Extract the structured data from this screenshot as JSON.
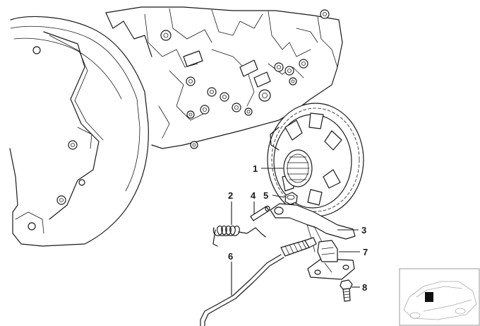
{
  "diagram": {
    "callouts": [
      {
        "id": "1",
        "label": "1"
      },
      {
        "id": "2",
        "label": "2"
      },
      {
        "id": "3",
        "label": "3"
      },
      {
        "id": "4",
        "label": "4"
      },
      {
        "id": "5",
        "label": "5"
      },
      {
        "id": "6",
        "label": "6"
      },
      {
        "id": "7",
        "label": "7"
      },
      {
        "id": "8",
        "label": "8"
      }
    ],
    "colors": {
      "line": "#1a1a1a",
      "background": "#ffffff",
      "thumbnail": "#aaaaaa"
    }
  }
}
